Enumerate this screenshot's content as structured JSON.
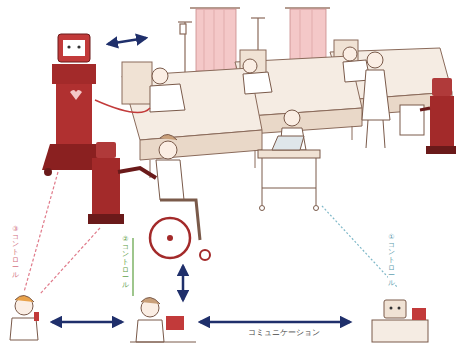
{
  "diagram": {
    "labels": [
      "③コントロール",
      "②コントロール",
      "コミュニケーション",
      "①コントロール"
    ]
  }
}
